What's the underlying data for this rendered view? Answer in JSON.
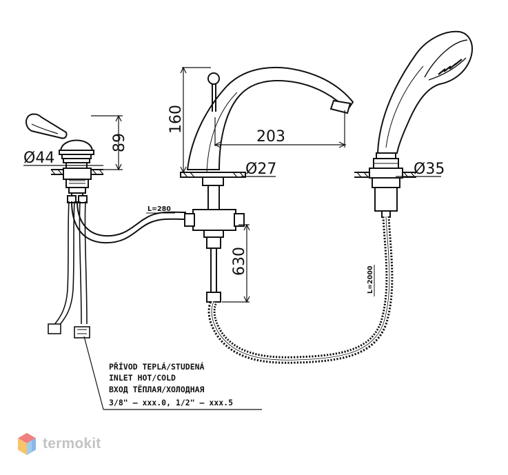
{
  "dimensions": {
    "left_height": "89",
    "left_diameter": "Ø44",
    "spout_height": "160",
    "spout_reach": "203",
    "spout_diameter": "Ø27",
    "shower_diameter": "Ø35",
    "drop_height": "630"
  },
  "hose_labels": {
    "supply_length": "L=280",
    "shower_hose_length": "L=2000"
  },
  "inlet_note": {
    "line1": "PŘÍVOD TEPLÁ/STUDENÁ",
    "line2": "INLET HOT/COLD",
    "line3": "ВХОД ТЁПЛАЯ/ХОЛОДНАЯ",
    "line4": "3/8\" – xxx.0, 1/2\" – xxx.5"
  },
  "brand": {
    "name": "termokit",
    "logo_colors": [
      "#e94b4b",
      "#f5a623",
      "#4a90e2",
      "#7bc4e8"
    ],
    "text_color": "#c3c3c3"
  }
}
